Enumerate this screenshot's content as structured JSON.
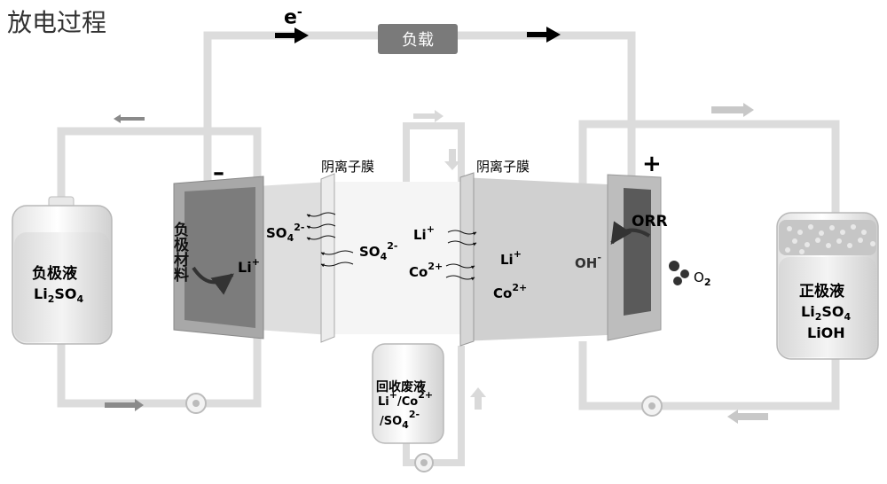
{
  "title": "放电过程",
  "electron_label": "e",
  "electron_sup": "-",
  "load_label": "负载",
  "minus_sign": "–",
  "plus_sign": "+",
  "membrane_left": "阴离子膜",
  "membrane_right": "阴离子膜",
  "anode_material": "负极材料",
  "orr_label": "ORR",
  "anolyte": {
    "name": "负极液",
    "f1": "Li",
    "f1sub": "2",
    "f2": "SO",
    "f2sub": "4"
  },
  "catholyte": {
    "name": "正极液",
    "f1": "Li",
    "f1sub": "2",
    "f2": "SO",
    "f2sub": "4",
    "line3": "LiOH"
  },
  "waste": {
    "name": "回收废液",
    "li": "Li",
    "lisup": "+",
    "slash": "/Co",
    "cosup": "2+",
    "so4": "/SO",
    "so4sub": "4",
    "so4sup": "2-"
  },
  "ions": {
    "so4_left": {
      "base": "SO",
      "sub": "4",
      "sup": "2-"
    },
    "so4_mid": {
      "base": "SO",
      "sub": "4",
      "sup": "2-"
    },
    "li_anode": {
      "base": "Li",
      "sup": "+"
    },
    "li_mid": {
      "base": "Li",
      "sup": "+"
    },
    "co_mid": {
      "base": "Co",
      "sup": "2+"
    },
    "li_right": {
      "base": "Li",
      "sup": "+"
    },
    "co_right": {
      "base": "Co",
      "sup": "2+"
    },
    "oh": {
      "base": "OH",
      "sup": "-"
    },
    "o2": {
      "base": "O",
      "sub": "2"
    }
  }
}
